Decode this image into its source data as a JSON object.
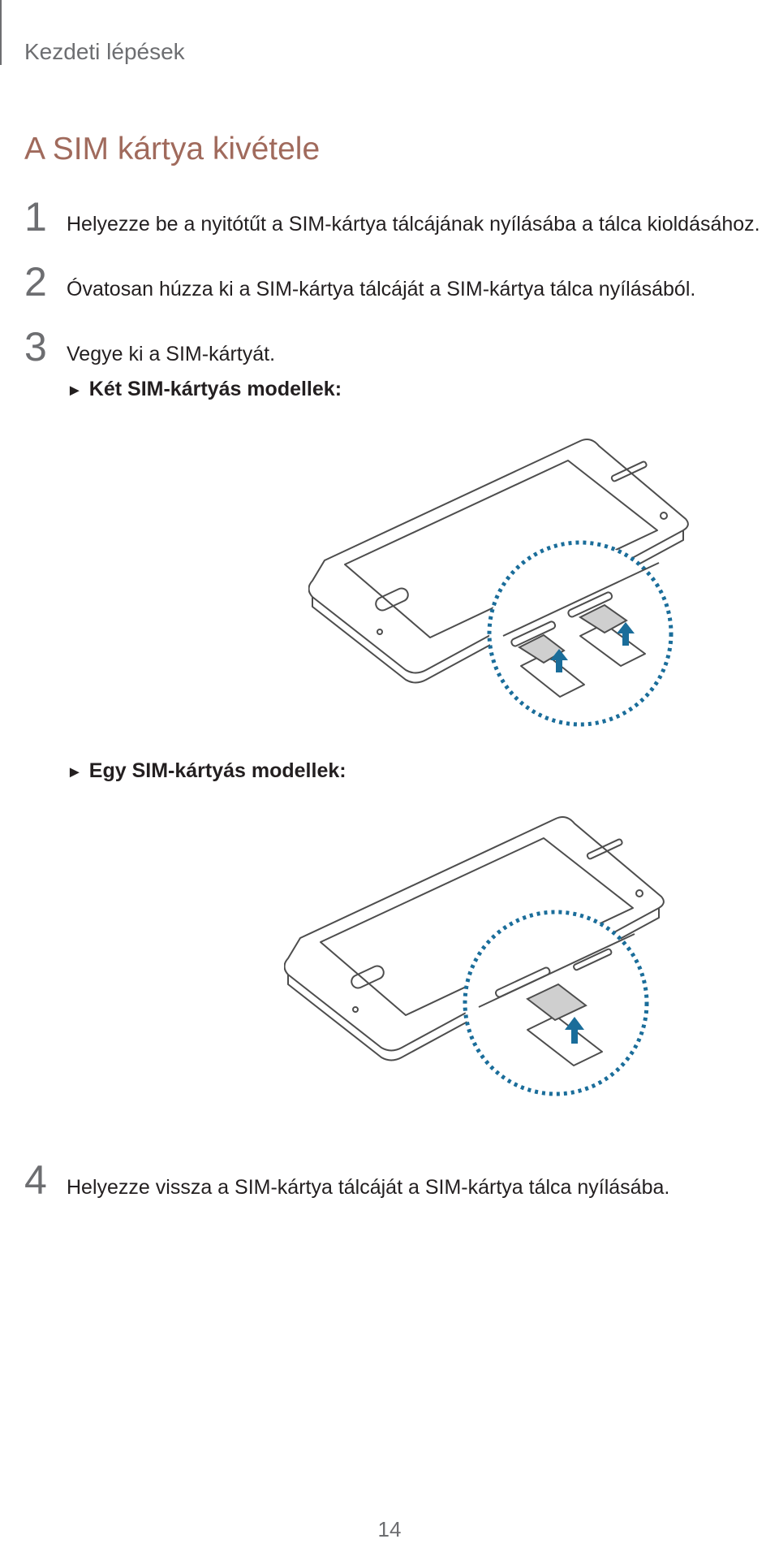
{
  "header": {
    "section_name": "Kezdeti lépések"
  },
  "page_title": "A SIM kártya kivétele",
  "steps": [
    {
      "number": "1",
      "text": "Helyezze be a nyitótűt a SIM-kártya tálcájának nyílásába a tálca kioldásához."
    },
    {
      "number": "2",
      "text": "Óvatosan húzza ki a SIM-kártya tálcáját a SIM-kártya tálca nyílásából."
    },
    {
      "number": "3",
      "text": "Vegye ki a SIM-kártyát."
    },
    {
      "number": "4",
      "text": "Helyezze vissza a SIM-kártya tálcáját a SIM-kártya tálca nyílásába."
    }
  ],
  "models": {
    "dual_heading": "Két SIM-kártyás modellek:",
    "single_heading": "Egy SIM-kártyás modellek:",
    "arrow_glyph": "►"
  },
  "colors": {
    "title": "#a06a5c",
    "zoom_circle": "#1a6d9a",
    "arrow": "#1a6d9a"
  },
  "footer": {
    "page_number": "14"
  }
}
